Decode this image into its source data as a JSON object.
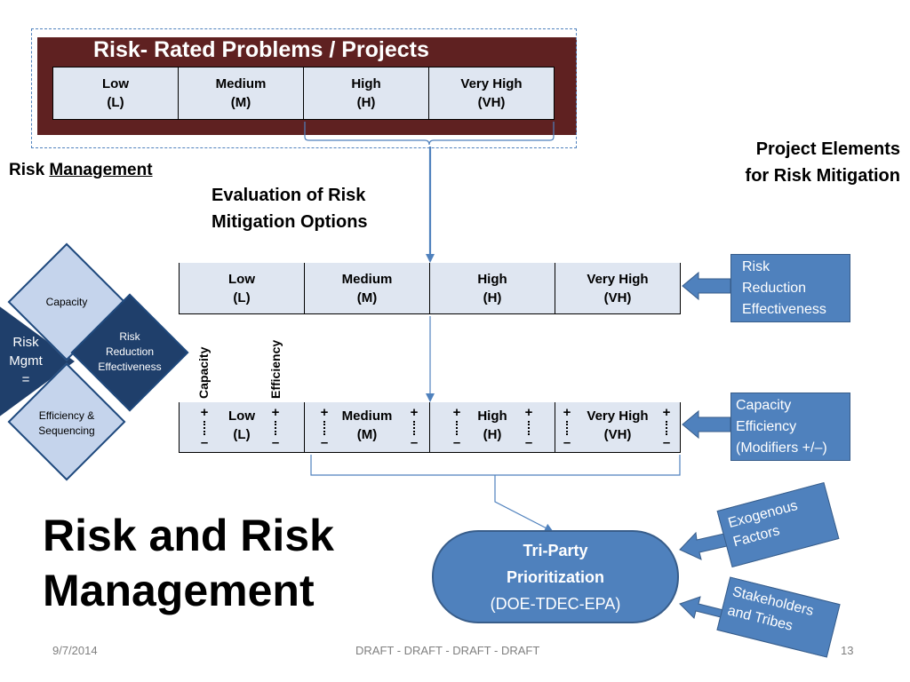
{
  "top_section": {
    "title": "Risk- Rated Problems / Projects",
    "levels": [
      {
        "name": "Low",
        "abbr": "(L)"
      },
      {
        "name": "Medium",
        "abbr": "(M)"
      },
      {
        "name": "High",
        "abbr": "(H)"
      },
      {
        "name": "Very High",
        "abbr": "(VH)"
      }
    ]
  },
  "risk_management_label": {
    "prefix": "Risk ",
    "underlined": "Management"
  },
  "evaluation_label": {
    "line1": "Evaluation of Risk",
    "line2": "Mitigation Options"
  },
  "project_elements_label": {
    "line1": "Project Elements",
    "line2": "for Risk Mitigation"
  },
  "middle_scale": {
    "levels": [
      {
        "name": "Low",
        "abbr": "(L)"
      },
      {
        "name": "Medium",
        "abbr": "(M)"
      },
      {
        "name": "High",
        "abbr": "(H)"
      },
      {
        "name": "Very High",
        "abbr": "(VH)"
      }
    ]
  },
  "modifier_scale": {
    "plus": "+",
    "minus": "–",
    "levels": [
      {
        "name": "Low",
        "abbr": "(L)"
      },
      {
        "name": "Medium",
        "abbr": "(M)"
      },
      {
        "name": "High",
        "abbr": "(H)"
      },
      {
        "name": "Very High",
        "abbr": "(VH)"
      }
    ]
  },
  "vertical_labels": {
    "capacity": "Capacity",
    "efficiency": "Efficiency"
  },
  "risk_reduction_box": {
    "line1": "Risk",
    "line2": "Reduction",
    "line3": "Effectiveness"
  },
  "capacity_efficiency_box": {
    "line1": "Capacity",
    "line2": "Efficiency",
    "line3": "(Modifiers +/–)"
  },
  "diamond": {
    "top": "Capacity",
    "right_line1": "Risk",
    "right_line2": "Reduction",
    "right_line3": "Effectiveness",
    "bottom_line1": "Efficiency &",
    "bottom_line2": "Sequencing",
    "left_line1": "Risk",
    "left_line2": "Mgmt",
    "left_line3": "="
  },
  "main_title": {
    "line1": "Risk and Risk",
    "line2": "Management"
  },
  "tri_party": {
    "line1": "Tri-Party",
    "line2": "Prioritization",
    "line3": "(DOE-TDEC-EPA)"
  },
  "exogenous_box": {
    "line1": "Exogenous",
    "line2": "Factors"
  },
  "stakeholders_box": {
    "line1": "Stakeholders",
    "line2": "and Tribes"
  },
  "footer": {
    "date": "9/7/2014",
    "draft": "DRAFT - DRAFT - DRAFT - DRAFT",
    "page": "13"
  },
  "colors": {
    "maroon": "#5f2121",
    "cell_fill": "#dfe6f1",
    "blue_box": "#4f81bd",
    "connector": "#4f81bd",
    "diamond_dark": "#1f3f6b",
    "diamond_light": "#c5d4ec"
  }
}
